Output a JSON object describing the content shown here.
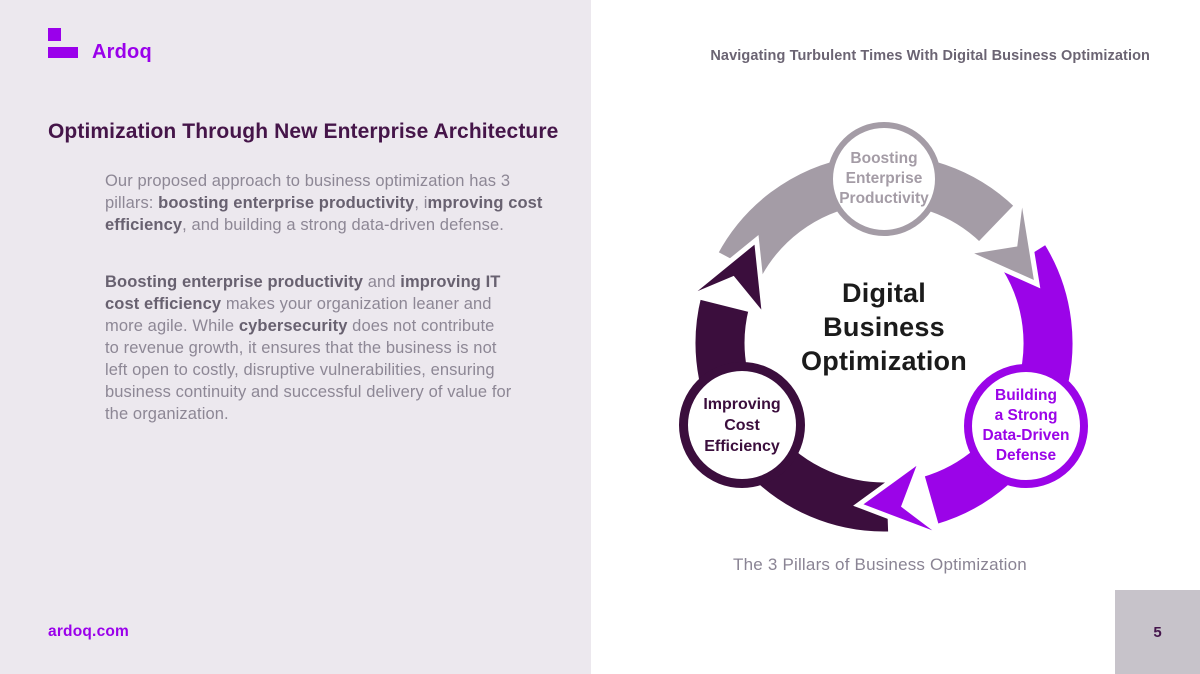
{
  "brand": {
    "name": "Ardoq",
    "color": "#9a00eb"
  },
  "header": {
    "title": "Navigating Turbulent Times With Digital Business Optimization"
  },
  "left": {
    "heading": "Optimization Through New Enterprise Architecture",
    "heading_color": "#451549",
    "paragraphs": [
      {
        "segments": [
          {
            "t": "Our proposed approach to business optimization has 3\npillars: "
          },
          {
            "t": "boosting enterprise productivity",
            "b": 1
          },
          {
            "t": ", i"
          },
          {
            "t": "mproving cost\nefficiency",
            "b": 1
          },
          {
            "t": ", and building a strong data-driven defense."
          }
        ]
      },
      {
        "segments": [
          {
            "t": "Boosting enterprise productivity",
            "b": 1
          },
          {
            "t": " and "
          },
          {
            "t": "improving IT\ncost efficiency",
            "b": 1
          },
          {
            "t": " makes your organization leaner and\nmore agile. While "
          },
          {
            "t": "cybersecurity",
            "b": 1
          },
          {
            "t": " does not contribute\nto revenue growth, it ensures that the business is not\nleft open to costly, disruptive vulnerabilities, ensuring\nbusiness continuity and successful delivery of value for\nthe organization."
          }
        ]
      }
    ]
  },
  "diagram": {
    "center_label": "Digital\nBusiness\nOptimization",
    "center_color": "#1b1b1b",
    "caption": "The 3 Pillars of Business Optimization",
    "nodes": [
      {
        "id": "boosting-enterprise-productivity",
        "label": "Boosting\nEnterprise\nProductivity",
        "color": "#a49ca6",
        "angle": 0
      },
      {
        "id": "building-strong-data-driven-defense",
        "label": "Building\na Strong\nData-Driven\nDefense",
        "color": "#9b04e8",
        "angle": 120
      },
      {
        "id": "improving-cost-efficiency",
        "label": "Improving\nCost\nEfficiency",
        "color": "#3b0e3d",
        "angle": 240
      }
    ]
  },
  "footer": {
    "url": "ardoq.com",
    "page_number": "5"
  }
}
